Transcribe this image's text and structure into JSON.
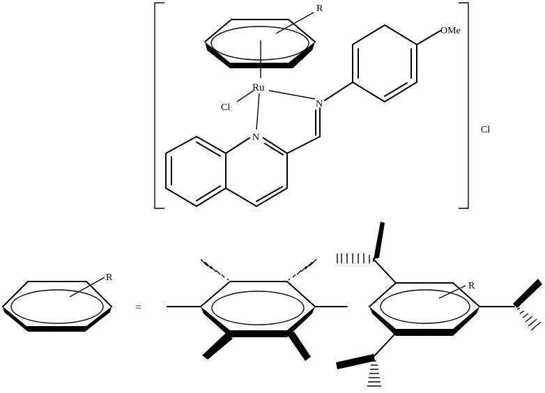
{
  "complex": {
    "ring_substituent": "R",
    "metal": "Ru",
    "chloride": "Cl",
    "imine_nitrogen": "N",
    "quinoline_nitrogen": "N",
    "methoxy": "OMe",
    "counterion": "Cl"
  },
  "legend": {
    "arene_substituent": "R",
    "equals": "=",
    "tripp_substituent": "R"
  },
  "colors": {
    "ink": "#000000",
    "background": "#ffffff"
  }
}
